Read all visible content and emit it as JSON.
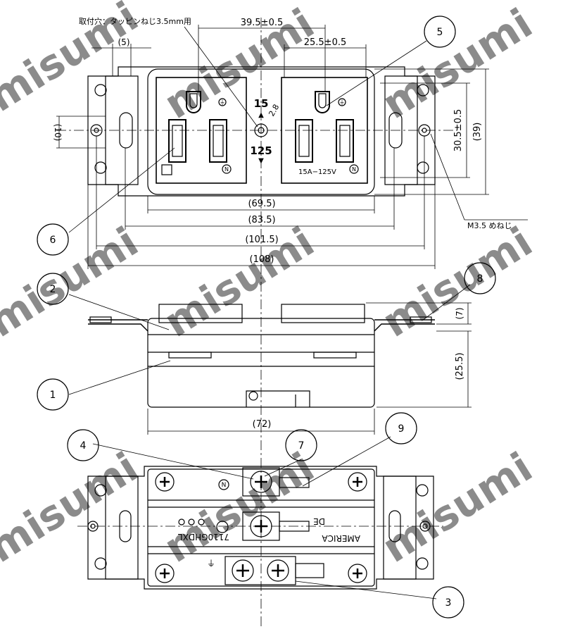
{
  "watermark": "misumi",
  "notes": {
    "mounting_hole": "取付穴：タッピンねじ3.5mm用",
    "screw": "M3.5 めねじ",
    "rating_top": "15",
    "rating_bottom": "125",
    "rating_label": "15A−125V",
    "model": "7110GHDXL",
    "brand": "AMERICA",
    "brand2": "DE",
    "neutral_mark": "N",
    "ground_mark": "⏚",
    "hole_dia": "2.8"
  },
  "dimensions": {
    "d_39_5": "39.5±0.5",
    "d_25_5": "25.5±0.5",
    "d_5": "(5)",
    "d_10": "(10)",
    "d_30_5": "30.5±0.5",
    "d_39": "(39)",
    "d_69_5": "(69.5)",
    "d_83_5": "(83.5)",
    "d_101_5": "(101.5)",
    "d_108": "(108)",
    "d_7": "(7)",
    "d_25_5_side": "(25.5)",
    "d_72": "(72)"
  },
  "callouts": [
    "1",
    "2",
    "3",
    "4",
    "5",
    "6",
    "7",
    "8",
    "9"
  ]
}
